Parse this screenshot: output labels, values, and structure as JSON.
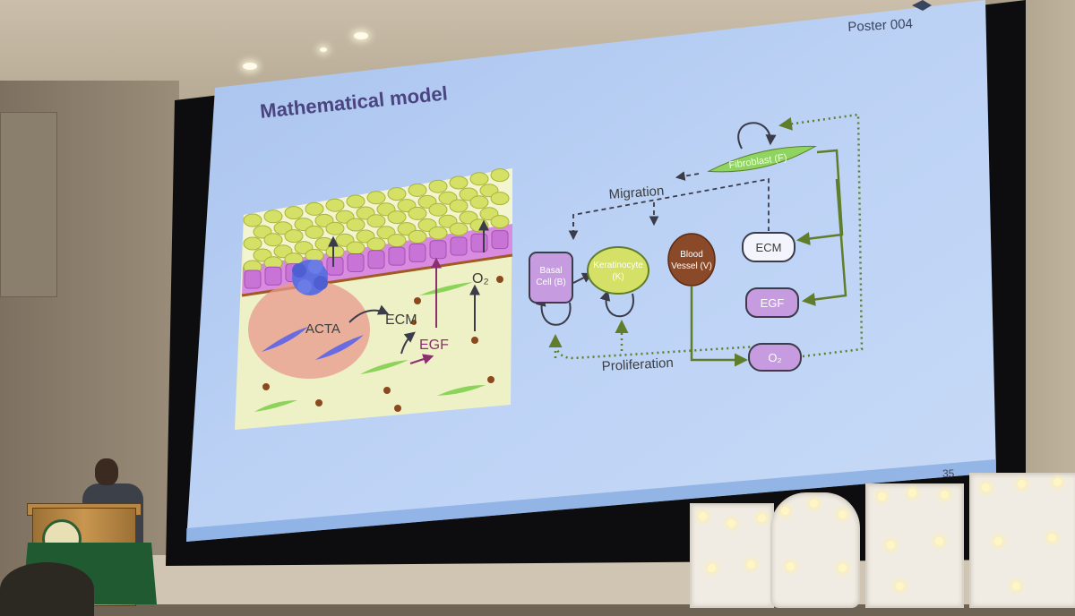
{
  "slide": {
    "poster_label": "Poster 004",
    "title": "Mathematical model",
    "slide_number": "35"
  },
  "illustration": {
    "labels": {
      "acta": "ACTA",
      "ecm": "ECM",
      "egf": "EGF",
      "o2": "O₂"
    }
  },
  "diagram": {
    "nodes": {
      "fibroblast": "Fibroblast (F)",
      "basal_cell_line1": "Basal",
      "basal_cell_line2": "Cell (B)",
      "keratinocyte_line1": "Keratinocyte",
      "keratinocyte_line2": "(K)",
      "blood_vessel_line1": "Blood",
      "blood_vessel_line2": "Vessel (V)",
      "ecm": "ECM",
      "egf": "EGF",
      "o2": "O₂"
    },
    "edge_labels": {
      "migration": "Migration",
      "proliferation": "Proliferation"
    }
  },
  "colors": {
    "slide_bg": "#b9cff2",
    "title": "#4a4480",
    "purple_node": "#c79be0",
    "keratinocyte": "#d4e066",
    "blood_vessel": "#8a4a2a",
    "fibroblast": "#8fd460",
    "green_arrow": "#5f7d2a"
  }
}
